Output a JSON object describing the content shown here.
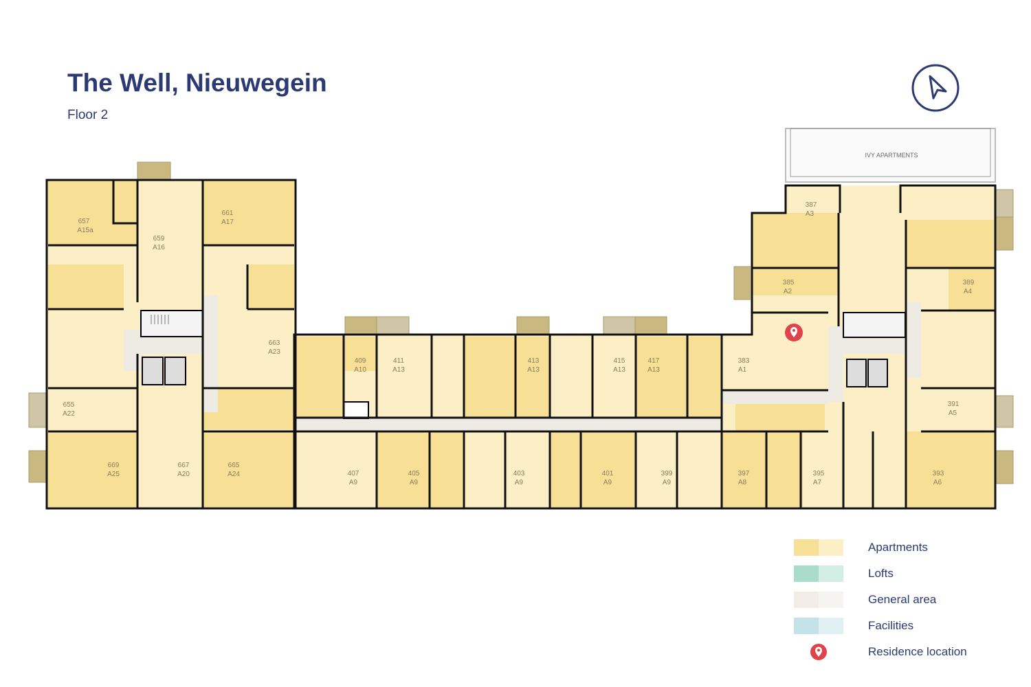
{
  "header": {
    "title": "The Well, Nieuwegein",
    "subtitle": "Floor 2"
  },
  "compass": {
    "icon": "north-arrow-icon"
  },
  "plan": {
    "neighbor_label": "IVY APARTMENTS",
    "units": [
      {
        "number": "657",
        "type": "A15a"
      },
      {
        "number": "659",
        "type": "A16"
      },
      {
        "number": "661",
        "type": "A17"
      },
      {
        "number": "663",
        "type": "A23"
      },
      {
        "number": "655",
        "type": "A22"
      },
      {
        "number": "669",
        "type": "A25"
      },
      {
        "number": "667",
        "type": "A20"
      },
      {
        "number": "665",
        "type": "A24"
      },
      {
        "number": "409",
        "type": "A10"
      },
      {
        "number": "411",
        "type": "A13"
      },
      {
        "number": "413",
        "type": "A13"
      },
      {
        "number": "415",
        "type": "A13"
      },
      {
        "number": "417",
        "type": "A13"
      },
      {
        "number": "407",
        "type": "A9"
      },
      {
        "number": "405",
        "type": "A9"
      },
      {
        "number": "403",
        "type": "A9"
      },
      {
        "number": "401",
        "type": "A9"
      },
      {
        "number": "399",
        "type": "A9"
      },
      {
        "number": "387",
        "type": "A3"
      },
      {
        "number": "385",
        "type": "A2"
      },
      {
        "number": "389",
        "type": "A4"
      },
      {
        "number": "383",
        "type": "A1"
      },
      {
        "number": "391",
        "type": "A5"
      },
      {
        "number": "397",
        "type": "A8"
      },
      {
        "number": "395",
        "type": "A7"
      },
      {
        "number": "393",
        "type": "A6"
      }
    ]
  },
  "colors": {
    "apartment_dark": "#f8df96",
    "apartment_light": "#fcefc6",
    "loft_dark": "#a9dccb",
    "loft_light": "#d3eee4",
    "general_dark": "#f1ece8",
    "general_light": "#f6f4f1",
    "facility_dark": "#c4e3e9",
    "facility_light": "#e0f0f3",
    "pin": "#e0434a",
    "text": "#2b3a73"
  },
  "legend": [
    {
      "label": "Apartments"
    },
    {
      "label": "Lofts"
    },
    {
      "label": "General area"
    },
    {
      "label": "Facilities"
    },
    {
      "label": "Residence location"
    }
  ]
}
